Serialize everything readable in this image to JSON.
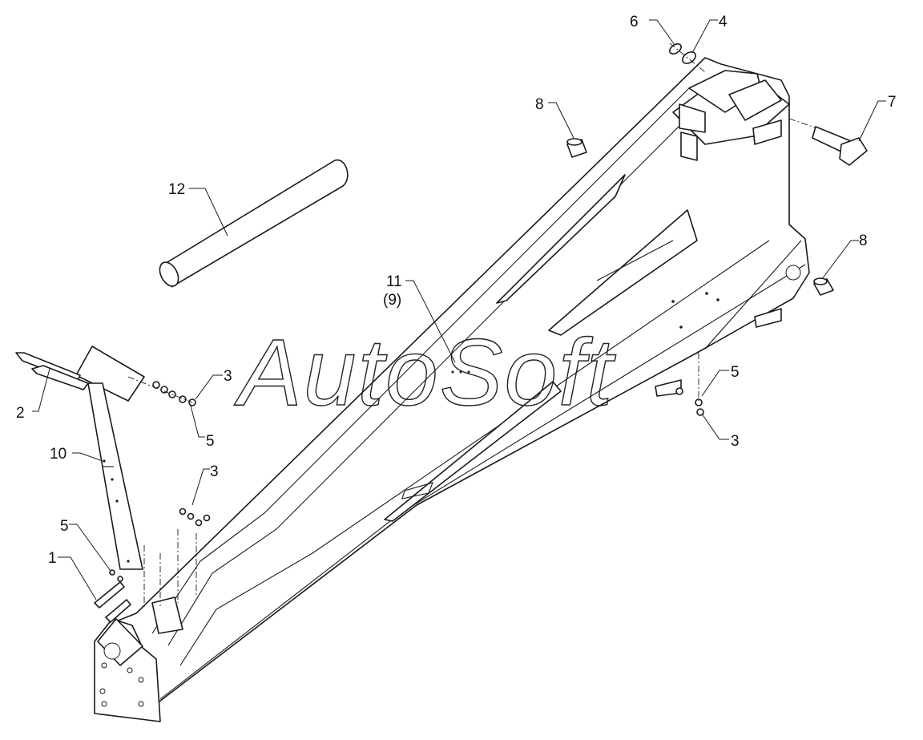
{
  "watermark": "AutoSoft",
  "callouts": {
    "c1": "1",
    "c2": "2",
    "c3a": "3",
    "c3b": "3",
    "c3c": "3",
    "c4": "4",
    "c5a": "5",
    "c5b": "5",
    "c5c": "5",
    "c6": "6",
    "c7": "7",
    "c8a": "8",
    "c8b": "8",
    "c10": "10",
    "c11": "11",
    "c11alt": "(9)",
    "c12": "12"
  }
}
